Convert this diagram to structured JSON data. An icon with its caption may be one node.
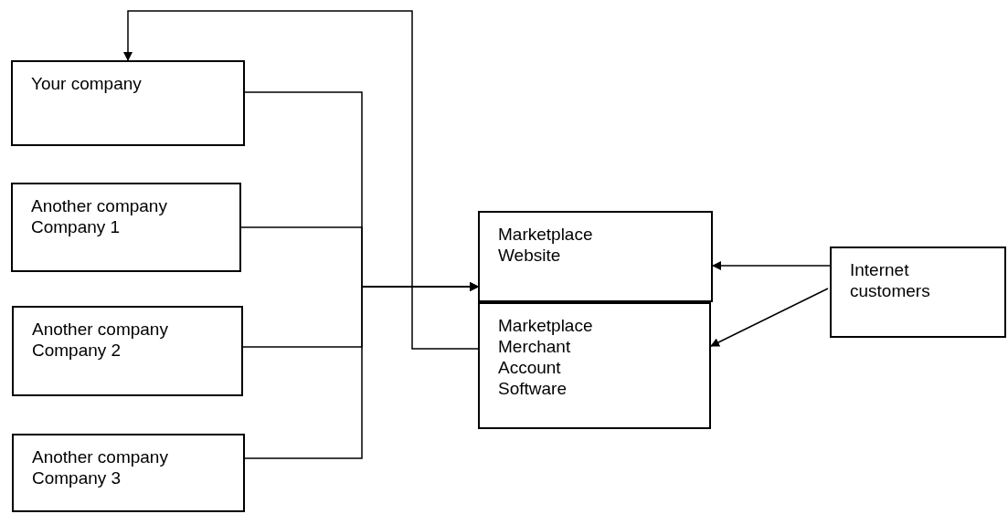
{
  "diagram": {
    "nodes": [
      {
        "text": [
          "Your company"
        ]
      },
      {
        "text": [
          "Another company Company 1"
        ]
      },
      {
        "text": [
          "Another company Company 2"
        ]
      },
      {
        "text": [
          "Another company Company 3"
        ]
      },
      {
        "text": [
          "Marketplace Website"
        ]
      },
      {
        "text": [
          "Marketplace Merchant Account Software"
        ]
      },
      {
        "text": [
          "Internet customers"
        ]
      }
    ],
    "edges": [
      {
        "from": 0,
        "to": 4,
        "arrow": "to"
      },
      {
        "from": 1,
        "to": 4,
        "arrow": "to"
      },
      {
        "from": 2,
        "to": 4,
        "arrow": "to"
      },
      {
        "from": 3,
        "to": 4,
        "arrow": "to"
      },
      {
        "from": 5,
        "to": 0,
        "arrow": "to"
      },
      {
        "from": 6,
        "to": 4,
        "arrow": "to"
      },
      {
        "from": 6,
        "to": 5,
        "arrow": "to"
      }
    ]
  }
}
